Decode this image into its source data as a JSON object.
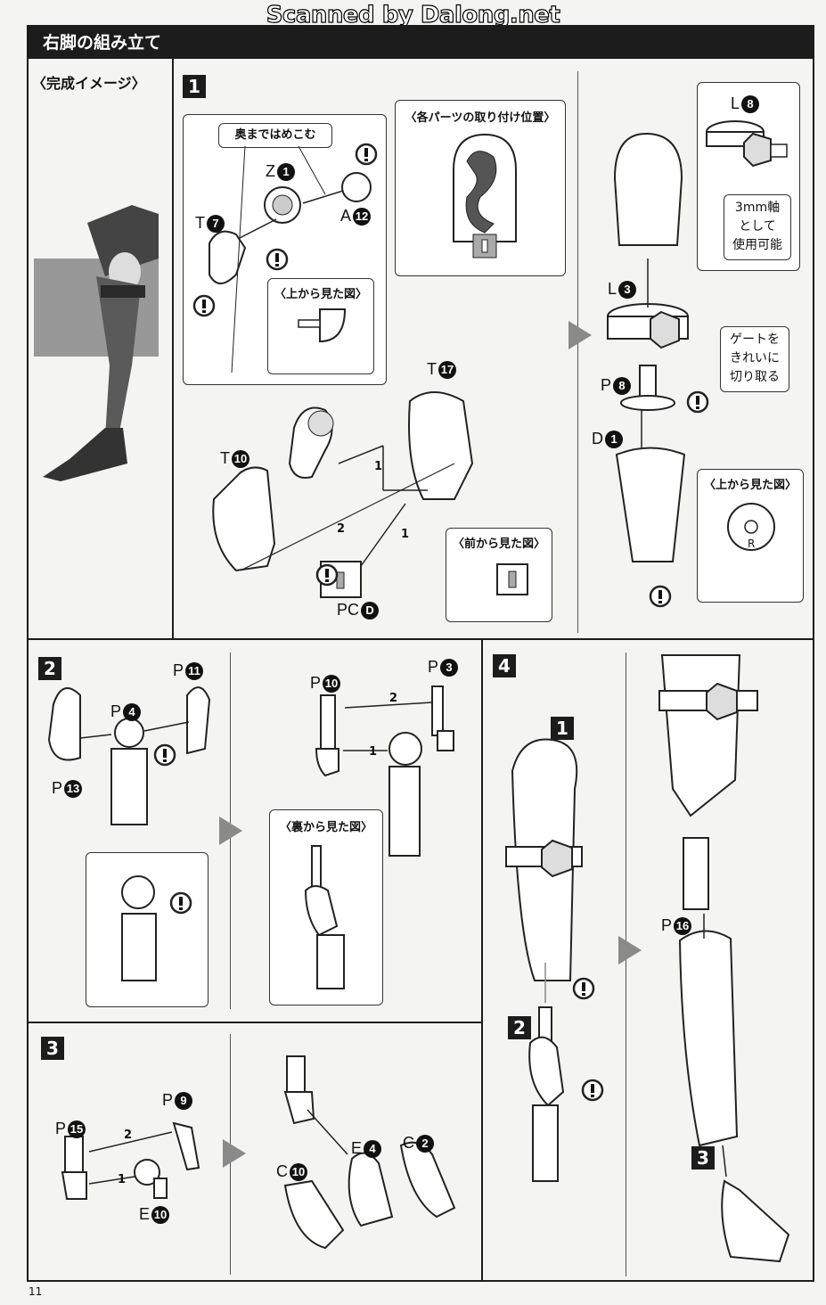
{
  "header": {
    "scan_credit": "Scanned by Dalong.net",
    "title": "右脚の組み立て",
    "page_number": "11"
  },
  "sidebar": {
    "label": "〈完成イメージ〉"
  },
  "steps": [
    {
      "number": "1"
    },
    {
      "number": "2"
    },
    {
      "number": "3"
    },
    {
      "number": "4"
    }
  ],
  "step4_substeps": [
    "1",
    "2",
    "3"
  ],
  "captions": {
    "push_in": "奥まではめこむ",
    "top_view": "〈上から見た図〉",
    "part_positions": "〈各パーツの取り付け位置〉",
    "front_view": "〈前から見た図〉",
    "usable_3mm": [
      "3mm軸",
      "として",
      "使用可能"
    ],
    "cut_gate": [
      "ゲートを",
      "きれいに",
      "切り取る"
    ],
    "top_view_2": "〈上から見た図〉",
    "back_view": "〈裏から見た図〉",
    "r_mark": "R"
  },
  "parts": {
    "s1": [
      {
        "letter": "Z",
        "num": "1"
      },
      {
        "letter": "T",
        "num": "7"
      },
      {
        "letter": "A",
        "num": "12"
      },
      {
        "letter": "T",
        "num": "17"
      },
      {
        "letter": "T",
        "num": "10"
      },
      {
        "letter": "PC",
        "num": "D"
      },
      {
        "letter": "L",
        "num": "8"
      },
      {
        "letter": "L",
        "num": "3"
      },
      {
        "letter": "P",
        "num": "8"
      },
      {
        "letter": "D",
        "num": "1"
      }
    ],
    "s2": [
      {
        "letter": "P",
        "num": "11"
      },
      {
        "letter": "P",
        "num": "4"
      },
      {
        "letter": "P",
        "num": "13"
      },
      {
        "letter": "P",
        "num": "10"
      },
      {
        "letter": "P",
        "num": "3"
      }
    ],
    "s3": [
      {
        "letter": "P",
        "num": "9"
      },
      {
        "letter": "P",
        "num": "15"
      },
      {
        "letter": "E",
        "num": "10"
      },
      {
        "letter": "E",
        "num": "4"
      },
      {
        "letter": "C",
        "num": "2"
      },
      {
        "letter": "C",
        "num": "10"
      }
    ],
    "s4": [
      {
        "letter": "P",
        "num": "16"
      }
    ]
  },
  "order_marks": [
    "1",
    "2",
    "1",
    "2",
    "1",
    "2",
    "1"
  ],
  "icon_names": [
    "attention-icon",
    "direction-arrow-icon"
  ]
}
